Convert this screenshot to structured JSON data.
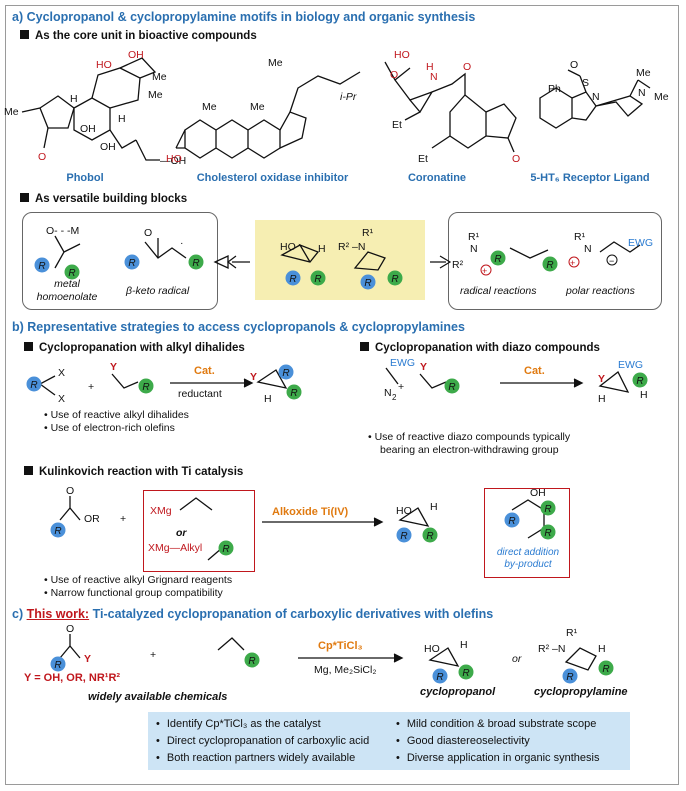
{
  "section_a": {
    "title": "a) Cyclopropanol & cyclopropylamine motifs in biology and organic synthesis",
    "sub1": "As the core unit in bioactive compounds",
    "compounds": [
      "Phobol",
      "Cholesterol oxidase inhibitor",
      "Coronatine",
      "5-HT₆ Receptor Ligand"
    ],
    "sub2": "As versatile building blocks",
    "left_box": {
      "label1": "metal homoenolate",
      "label2": "β-keto radical"
    },
    "right_box": {
      "label1": "radical reactions",
      "label2": "polar reactions"
    }
  },
  "section_b": {
    "title": "b) Representative strategies to access cyclopropanols & cyclopropylamines",
    "dihalide": {
      "title": "Cyclopropanation with alkyl dihalides",
      "catalyst": "Cat.",
      "reagent": "reductant",
      "notes": [
        "Use of reactive alkyl dihalides",
        "Use of electron-rich olefins"
      ]
    },
    "diazo": {
      "title": "Cyclopropanation with diazo compounds",
      "catalyst": "Cat.",
      "notes": [
        "Use of reactive diazo compounds typically",
        "bearing an electron-withdrawing group"
      ]
    },
    "kulinkovich": {
      "title": "Kulinkovich reaction with Ti catalysis",
      "catalyst": "Alkoxide Ti(IV)",
      "or": "or",
      "xmg_alkyl": "XMg—Alkyl",
      "byproduct": "direct addition by-product",
      "notes": [
        "Use of reactive alkyl Grignard reagents",
        "Narrow functional group compatibility"
      ]
    }
  },
  "section_c": {
    "title_prefix": "c) ",
    "title_highlight": "This work:",
    "title_rest": " Ti-catalyzed cyclopropanation of carboxylic derivatives with olefins",
    "catalyst": "Cp*TiCl₃",
    "reagents": "Mg, Me₂SiCl₂",
    "y_def": "Y = OH, OR, NR¹R²",
    "availability": "widely available chemicals",
    "product1": "cyclopropanol",
    "or": "or",
    "product2": "cyclopropylamine",
    "summary": [
      "Identify Cp*TiCl₃ as the catalyst",
      "Direct cyclopropanation of carboxylic acid",
      "Both reaction partners widely available",
      "Mild condition & broad substrate scope",
      "Good diastereoselectivity",
      "Diverse application in organic synthesis"
    ]
  },
  "colors": {
    "blue_title": "#2a6fb0",
    "r_blue": "#4a90d9",
    "r_green": "#3daa4a",
    "orange": "#e07a10",
    "red": "#c0171d",
    "highlight": "#f6eeb2",
    "summary_bg": "#cde4f5"
  }
}
